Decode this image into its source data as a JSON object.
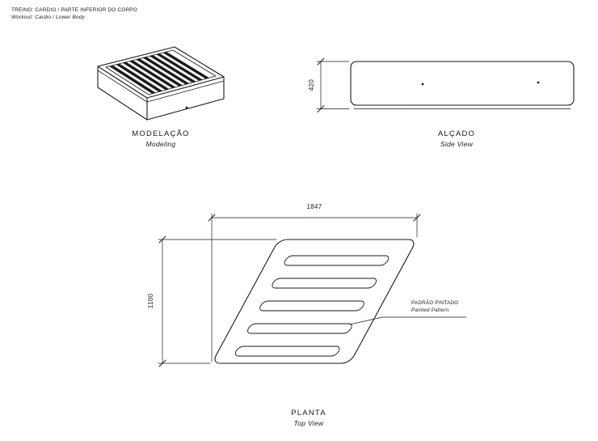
{
  "header": {
    "title_pt": "TREINO: CARDIO / PARTE INFERIOR DO CORPO",
    "title_en": "Workout: Cardio / Lower Body"
  },
  "views": {
    "modeling": {
      "label_pt": "MODELAÇÃO",
      "label_en": "Modeling"
    },
    "side": {
      "label_pt": "ALÇADO",
      "label_en": "Side View",
      "dim_height": "420"
    },
    "plan": {
      "label_pt": "PLANTA",
      "label_en": "Top View",
      "dim_width": "1847",
      "dim_depth": "1100",
      "annotation_pt": "PADRÃO PINTADO",
      "annotation_en": "Painted Pattern"
    }
  },
  "colors": {
    "line": "#1a1a1a",
    "background": "#ffffff"
  }
}
